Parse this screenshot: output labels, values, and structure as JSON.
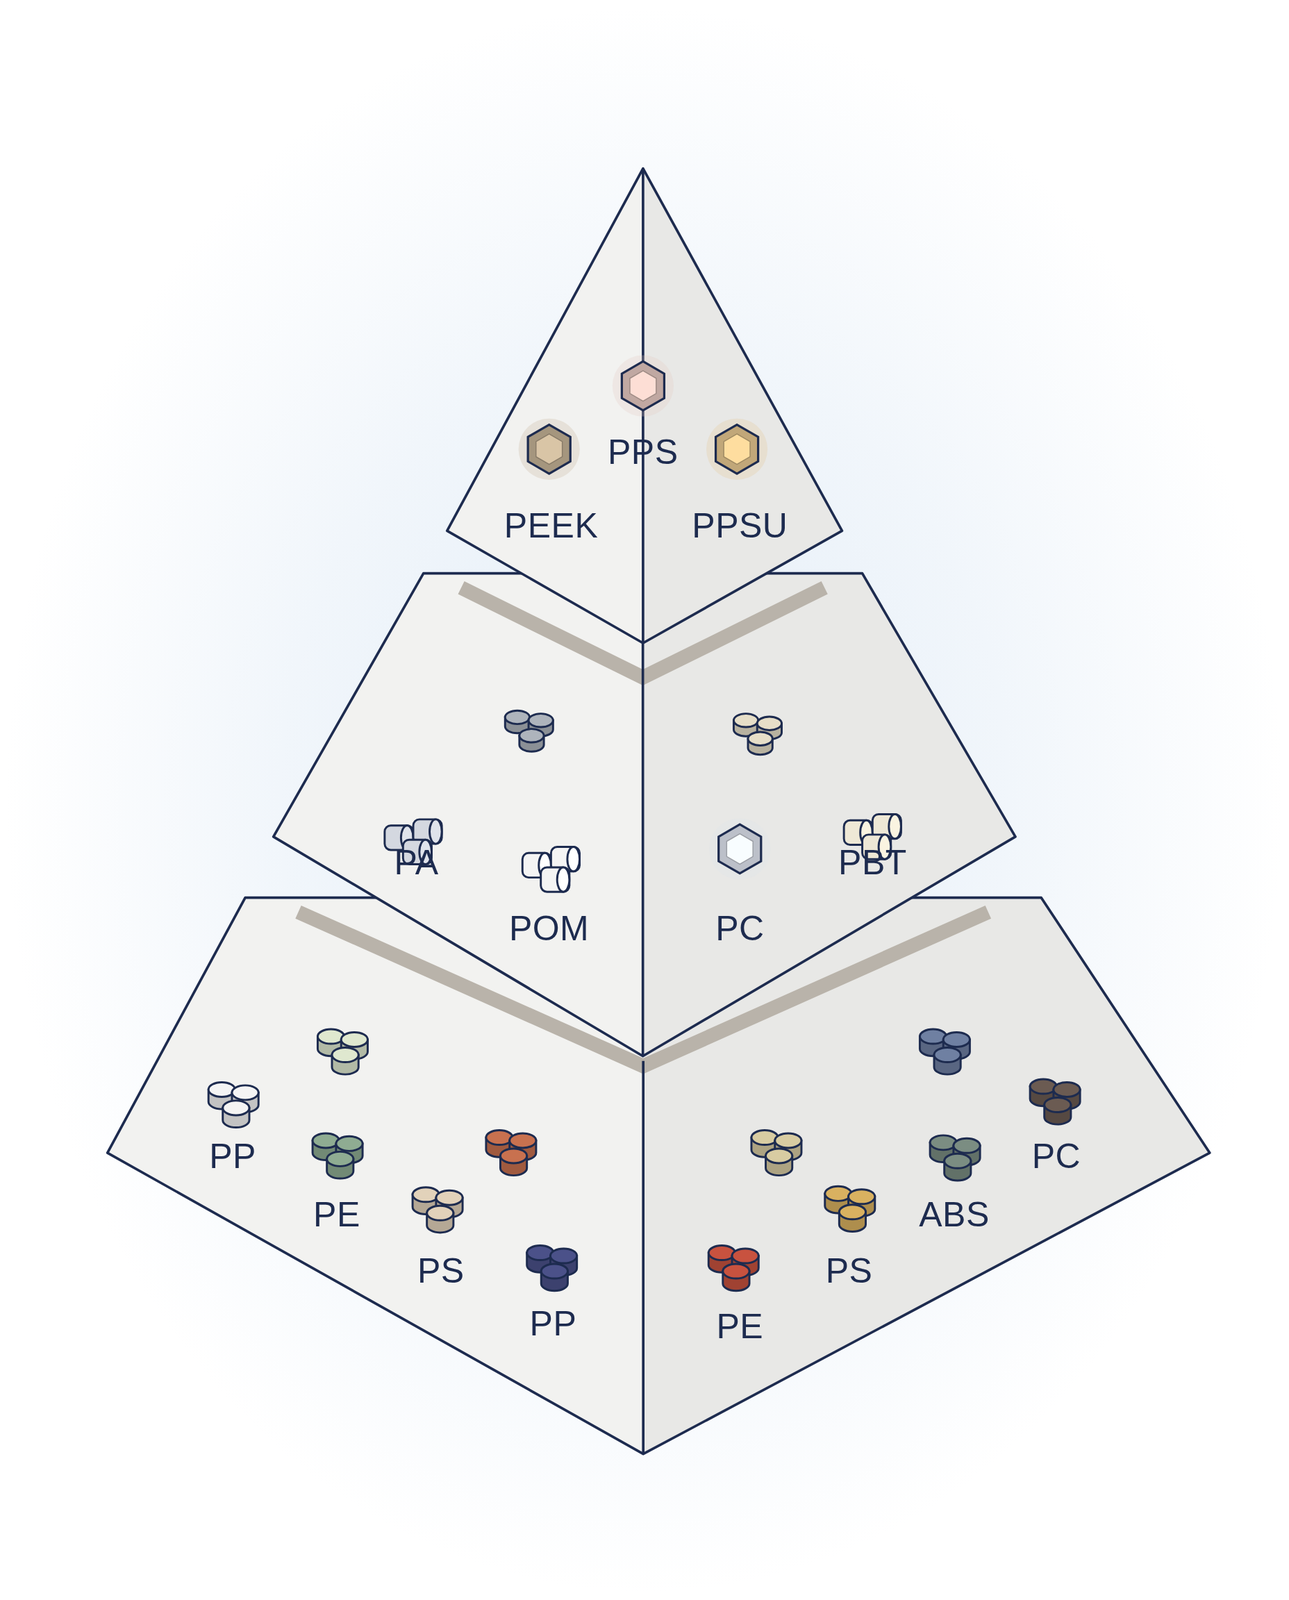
{
  "diagram": {
    "nodes": [
      {
        "text": [
          "PPS",
          "PEEK",
          "PPSU"
        ]
      },
      {
        "text": [
          "PA",
          "POM",
          "PC",
          "PBT"
        ]
      },
      {
        "text": [
          "PP",
          "PE",
          "PS",
          "PP",
          "PE",
          "PS",
          "ABS",
          "PC"
        ]
      }
    ]
  }
}
